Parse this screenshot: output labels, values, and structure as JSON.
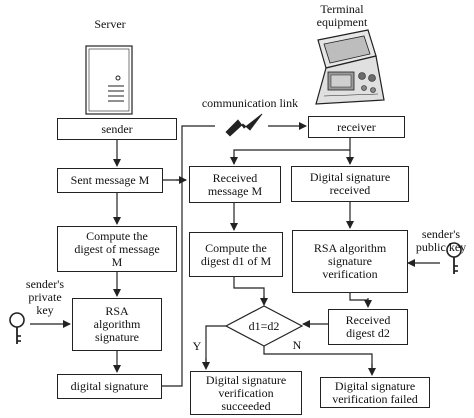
{
  "labels": {
    "server": "Server",
    "terminal": "Terminal\nequipment",
    "comm_link": "communication link",
    "sender": "sender",
    "sent_message": "Sent message M",
    "compute_digest_m": "Compute the\ndigest of message\nM",
    "senders_private_key": "sender's\nprivate\nkey",
    "rsa_signature": "RSA\nalgorithm\nsignature",
    "digital_signature": "digital signature",
    "receiver": "receiver",
    "received_message": "Received\nmessage M",
    "digital_signature_received": "Digital signature\nreceived",
    "senders_public_key": "sender's\npublic key",
    "compute_digest_d1": "Compute the\ndigest d1 of M",
    "rsa_verification": "RSA algorithm\nsignature\nverification",
    "received_digest": "Received\ndigest d2",
    "decision": "d1=d2",
    "yes": "Y",
    "no": "N",
    "verification_succeeded": "Digital signature\nverification\nsucceeded",
    "verification_failed": "Digital signature\nverification failed"
  },
  "colors": {
    "stroke": "#222222",
    "text": "#111111",
    "background": "#ffffff"
  }
}
